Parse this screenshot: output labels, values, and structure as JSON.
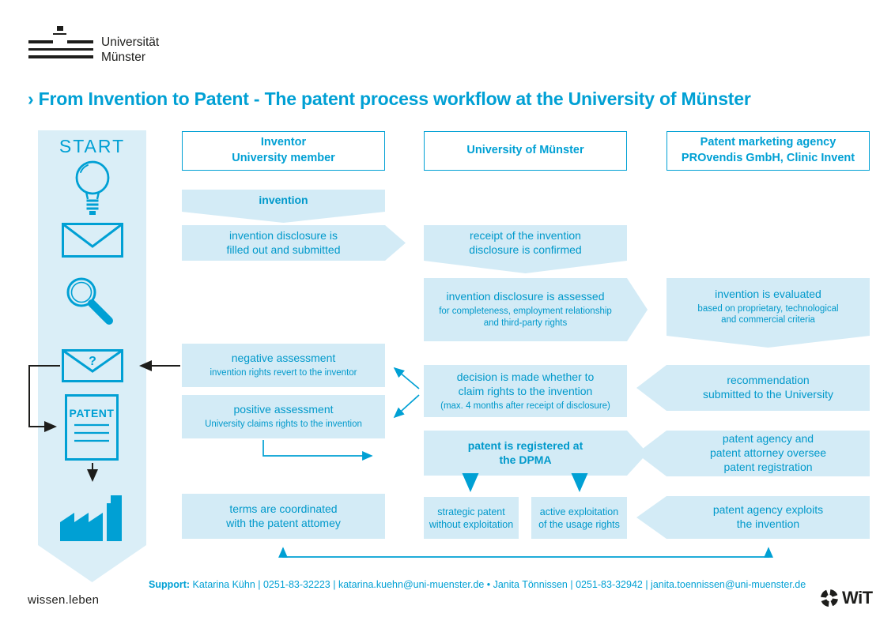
{
  "colors": {
    "accent": "#00a0d4",
    "box_fill": "#d3ebf6",
    "banner_fill": "#daeef7",
    "ink": "#1d1d1b"
  },
  "header": {
    "logo_line1": "Universität",
    "logo_line2": "Münster",
    "title": "› From Invention to Patent - The patent process workflow at the University of Münster"
  },
  "start": {
    "label": "START",
    "patent_label": "PATENT",
    "question_mark": "?"
  },
  "columns": [
    {
      "title": "Inventor\nUniversity member"
    },
    {
      "title": "University of Münster"
    },
    {
      "title": "Patent marketing agency\nPROvendis GmbH, Clinic Invent"
    }
  ],
  "steps": {
    "invention": {
      "main": "invention"
    },
    "disclosure_submitted": {
      "main": "invention disclosure is\nfilled out and submitted"
    },
    "receipt_confirmed": {
      "main": "receipt of the invention\ndisclosure is confirmed"
    },
    "disclosure_assessed": {
      "main": "invention disclosure is assessed",
      "sub": "for completeness, employment relationship\nand third-party rights"
    },
    "invention_evaluated": {
      "main": "invention is evaluated",
      "sub": "based on proprietary, technological\nand commercial criteria"
    },
    "negative_assessment": {
      "main": "negative assessment",
      "sub": "invention rights revert to the inventor"
    },
    "positive_assessment": {
      "main": "positive assessment",
      "sub": "University claims rights to the invention"
    },
    "decision": {
      "main": "decision is made whether to\nclaim rights to the invention",
      "sub": "(max. 4 months after receipt of disclosure)"
    },
    "recommendation": {
      "main": "recommendation\nsubmitted to the University"
    },
    "patent_registered": {
      "main": "patent is registered at\nthe DPMA"
    },
    "agency_oversee": {
      "main": "patent agency and\npatent attorney oversee\npatent registration"
    },
    "terms_coordinated": {
      "main": "terms are coordinated\nwith the patent attomey"
    },
    "strategic_patent": {
      "main": "strategic patent\nwithout exploitation"
    },
    "active_exploitation": {
      "main": "active exploitation\nof the usage rights"
    },
    "agency_exploits": {
      "main": "patent agency exploits\nthe invention"
    }
  },
  "footer": {
    "support_label": "Support:",
    "support_text": " Katarina Kühn | 0251-83-32223 | katarina.kuehn@uni-muenster.de • Janita Tönnissen | 0251-83-32942 | janita.toennissen@uni-muenster.de",
    "claim": "wissen.leben",
    "wit_label": "WiT"
  }
}
